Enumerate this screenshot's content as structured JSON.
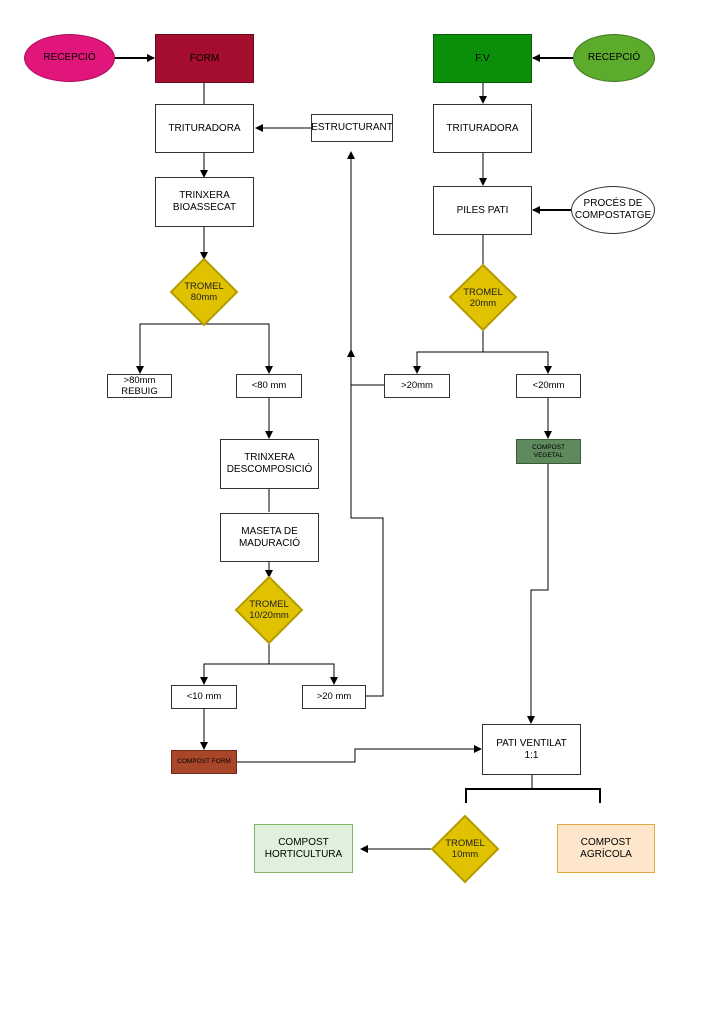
{
  "colors": {
    "recepcio_left": "#e0167a",
    "form_box": "#a50d2e",
    "fv_box": "#0b8f0b",
    "recepcio_right": "#5cab2d",
    "tromel": "#e0c200",
    "tromel_border": "#b39b00",
    "compost_vegetal": "#5e8a5e",
    "compost_form": "#a8462a",
    "compost_horticultura_bg": "#dff0dc",
    "compost_horticultura_border": "#82b366",
    "compost_agricola_bg": "#fde6cc",
    "compost_agricola_border": "#e0a940"
  },
  "nodes": {
    "recepcio_left": "RECEPCIÓ",
    "form": "FORM",
    "trituradora_left": "TRITURADORA",
    "estructurant": "ESTRUCTURANT",
    "trinxera_bioassecat": "TRINXERA\nBIOASSECAT",
    "tromel_80": "TROMEL\n80mm",
    "rebuig": ">80mm\nREBUIG",
    "lt80": "<80 mm",
    "trinxera_descomposicio": "TRINXERA\nDESCOMPOSICIÓ",
    "maseta": "MASETA DE\nMADURACIÓ",
    "tromel_1020": "TROMEL\n10/20mm",
    "lt10": "<10 mm",
    "gt20_left": ">20 mm",
    "compost_form": "COMPOST FORM",
    "fv": "F.V",
    "recepcio_right": "RECEPCIÓ",
    "trituradora_right": "TRITURADORA",
    "piles_pati": "PILES PATI",
    "proces": "PROCÉS DE\nCOMPOSTATGE",
    "tromel_20": "TROMEL\n20mm",
    "gt20_right": ">20mm",
    "lt20": "<20mm",
    "compost_vegetal": "COMPOST\nVEGETAL",
    "pati_ventilat": "PATI VENTILAT\n1:1",
    "tromel_10": "TROMEL\n10mm",
    "compost_horticultura": "COMPOST\nHORTICULTURA",
    "compost_agricola": "COMPOST\nAGRÍCOLA"
  }
}
